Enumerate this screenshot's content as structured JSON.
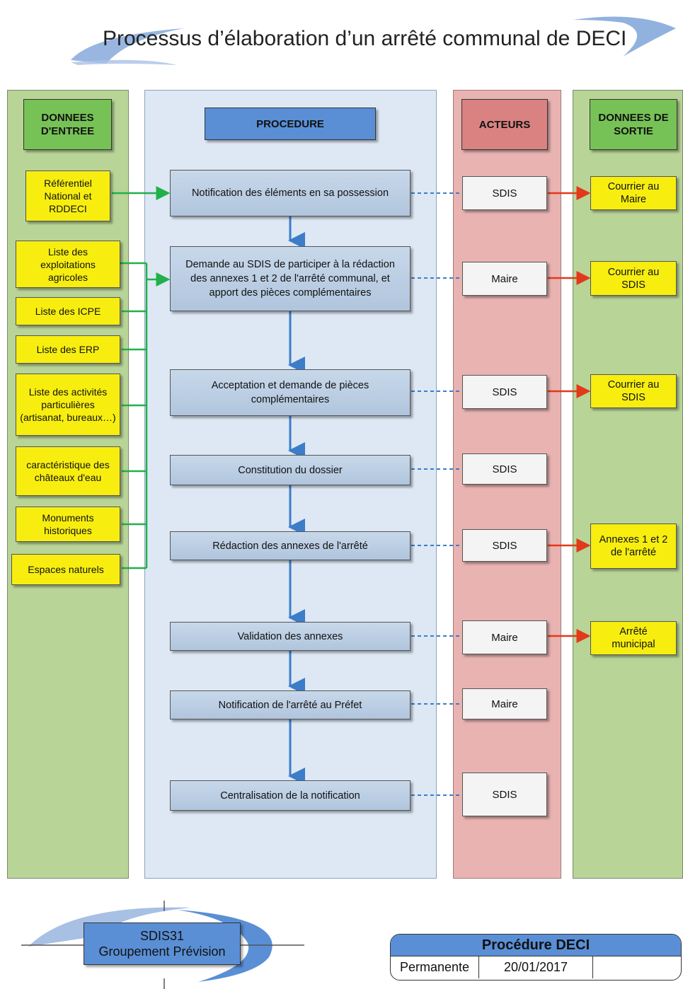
{
  "title": "Processus d’élaboration d’un arrêté communal de DECI",
  "headers": {
    "inputs": "DONNEES D'ENTREE",
    "procedure": "PROCEDURE",
    "actors": "ACTEURS",
    "outputs": "DONNEES DE SORTIE"
  },
  "inputs": [
    "Référentiel National et RDDECI",
    "Liste des exploitations agricoles",
    "Liste des ICPE",
    "Liste des ERP",
    "Liste des activités particulières (artisanat, bureaux…)",
    "caractéristique des châteaux d'eau",
    "Monuments historiques",
    "Espaces naturels"
  ],
  "steps": [
    "Notification des éléments en sa possession",
    "Demande au SDIS de participer à la rédaction des annexes 1 et 2 de l'arrêté communal, et apport des pièces complémentaires",
    "Acceptation et demande de pièces complémentaires",
    "Constitution du dossier",
    "Rédaction des annexes de l'arrêté",
    "Validation des annexes",
    "Notification de l'arrêté au Préfet",
    "Centralisation de la notification"
  ],
  "actors": [
    "SDIS",
    "Maire",
    "SDIS",
    "SDIS",
    "SDIS",
    "Maire",
    "Maire",
    "SDIS"
  ],
  "outputs": [
    "Courrier au Maire",
    "Courrier au SDIS",
    "Courrier au SDIS",
    "Annexes 1 et 2 de l'arrêté",
    "Arrêté municipal"
  ],
  "logo": {
    "line1": "SDIS31",
    "line2": "Groupement Prévision"
  },
  "stamp": {
    "title": "Procédure DECI",
    "type": "Permanente",
    "date": "20/01/2017",
    "extra": ""
  },
  "colors": {
    "green_lane": "#b9d497",
    "procedure_lane": "#dde8f4",
    "actors_lane": "#e9b3b2",
    "input_box": "#f7ee10",
    "green_arrow": "#21b04b",
    "red_arrow": "#e2391b",
    "blue_arrow": "#3d7cc9"
  }
}
